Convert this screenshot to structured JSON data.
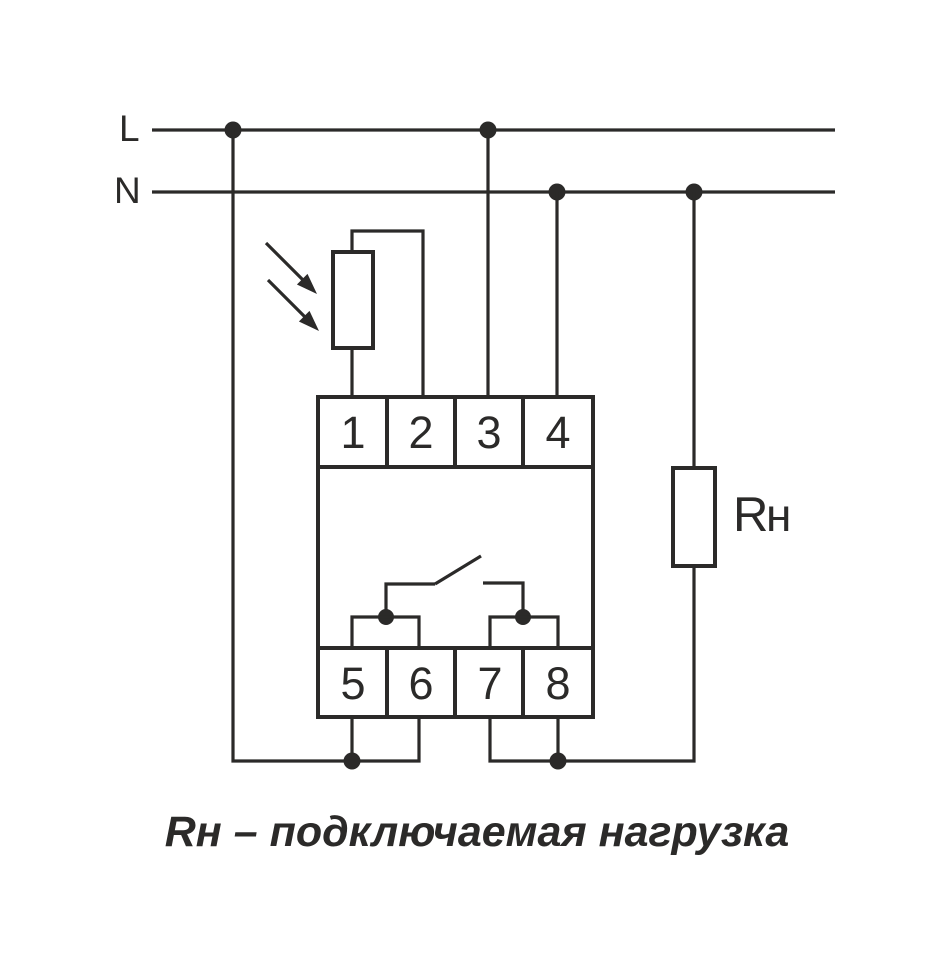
{
  "diagram": {
    "labels": {
      "line": "L",
      "neutral": "N"
    },
    "device": {
      "top_terminals": [
        "1",
        "2",
        "3",
        "4"
      ],
      "bottom_terminals": [
        "5",
        "6",
        "7",
        "8"
      ]
    },
    "load": {
      "symbol_main": "R",
      "symbol_sub": "н"
    },
    "caption": "Rн – подключаемая нагрузка",
    "colors": {
      "stroke": "#2b2a29",
      "background": "#ffffff"
    }
  }
}
